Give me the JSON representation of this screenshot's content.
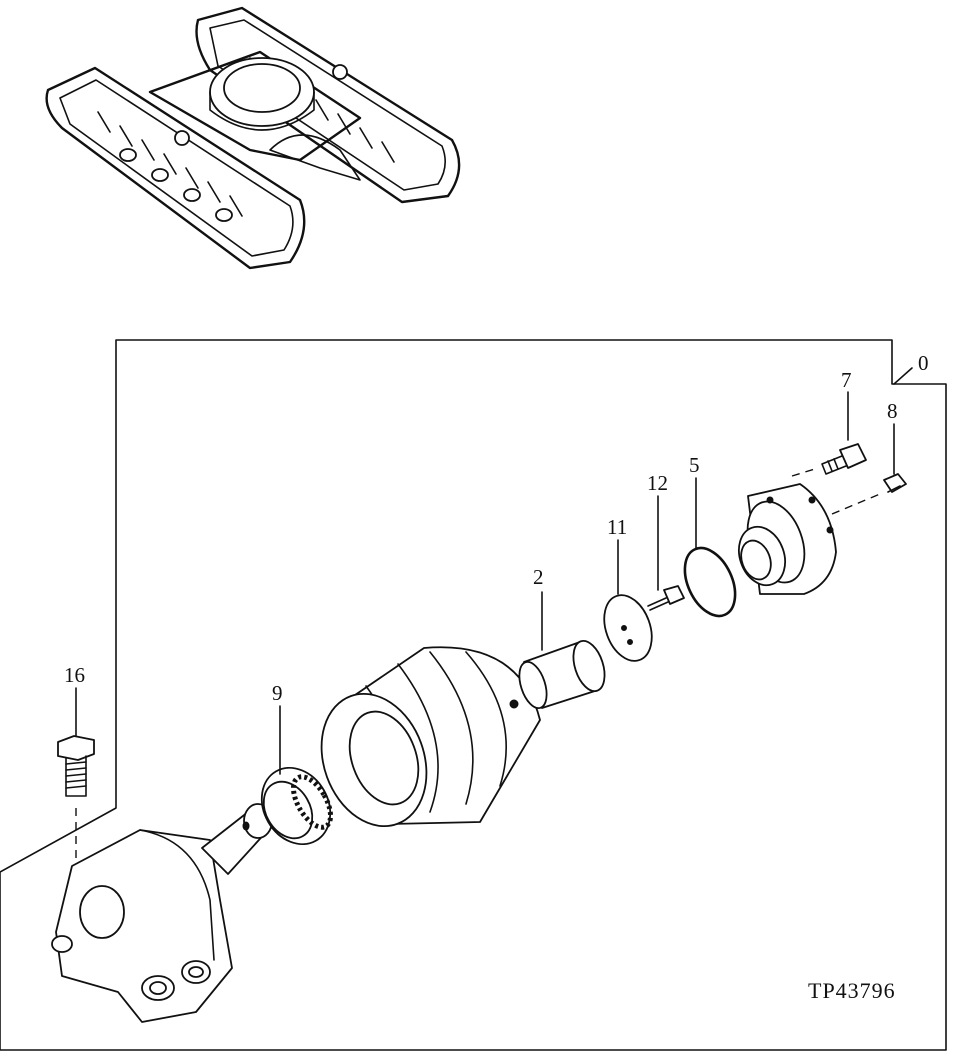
{
  "figure": {
    "reference_code": "TP43796",
    "assembly_number": "0",
    "callouts": [
      {
        "id": "callout-0",
        "label": "0"
      },
      {
        "id": "callout-2",
        "label": "2"
      },
      {
        "id": "callout-5",
        "label": "5"
      },
      {
        "id": "callout-7",
        "label": "7"
      },
      {
        "id": "callout-8",
        "label": "8"
      },
      {
        "id": "callout-9",
        "label": "9"
      },
      {
        "id": "callout-11",
        "label": "11"
      },
      {
        "id": "callout-12",
        "label": "12"
      },
      {
        "id": "callout-16",
        "label": "16"
      }
    ]
  }
}
